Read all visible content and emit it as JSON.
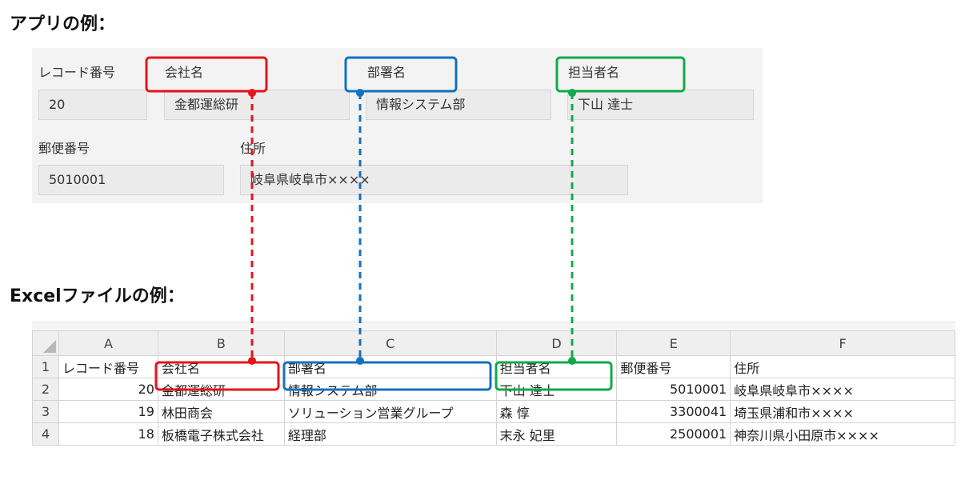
{
  "headings": {
    "app": "アプリの例：",
    "excel": "Excelファイルの例："
  },
  "app_form": {
    "fields": [
      {
        "id": "record-number",
        "label": "レコード番号",
        "value": "20"
      },
      {
        "id": "company",
        "label": "会社名",
        "value": "金都運総研"
      },
      {
        "id": "department",
        "label": "部署名",
        "value": "情報システム部"
      },
      {
        "id": "contact",
        "label": "担当者名",
        "value": "下山 達士"
      },
      {
        "id": "postal-code",
        "label": "郵便番号",
        "value": "5010001"
      },
      {
        "id": "address",
        "label": "住所",
        "value": "岐阜県岐阜市××××"
      }
    ]
  },
  "excel": {
    "columns": [
      "A",
      "B",
      "C",
      "D",
      "E",
      "F"
    ],
    "rows": [
      {
        "num": "1",
        "cells": [
          "レコード番号",
          "会社名",
          "部署名",
          "担当者名",
          "郵便番号",
          "住所"
        ]
      },
      {
        "num": "2",
        "cells": [
          "20",
          "金都運総研",
          "情報システム部",
          "下山 達士",
          "5010001",
          "岐阜県岐阜市××××"
        ]
      },
      {
        "num": "3",
        "cells": [
          "19",
          "林田商会",
          "ソリューション営業グループ",
          "森 惇",
          "3300041",
          "埼玉県浦和市××××"
        ]
      },
      {
        "num": "4",
        "cells": [
          "18",
          "板橋電子株式会社",
          "経理部",
          "末永 妃里",
          "2500001",
          "神奈川県小田原市××××"
        ]
      }
    ]
  },
  "connector_colors": {
    "company": "#e8131b",
    "department": "#1470c0",
    "contact": "#13a84b"
  }
}
